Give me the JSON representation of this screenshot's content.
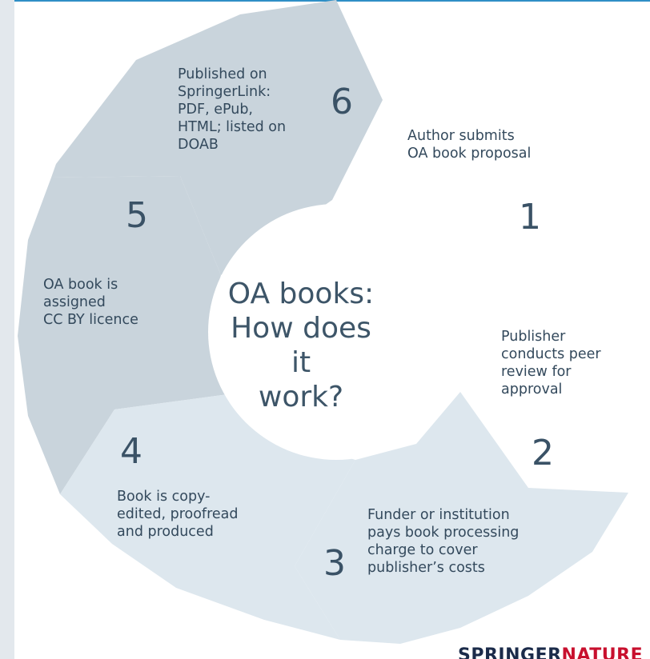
{
  "colors": {
    "segment_dark": "#c9d4dc",
    "segment_light": "#dde7ee",
    "text": "#33495c",
    "accent_rule": "#2f8fc6",
    "logo_navy": "#1b2b4a",
    "logo_red": "#c8102e"
  },
  "center": {
    "title_lines": [
      "OA books:",
      "How does it",
      "work?"
    ]
  },
  "stages": [
    {
      "number": "1",
      "lines": [
        "Author submits",
        "OA book proposal"
      ]
    },
    {
      "number": "2",
      "lines": [
        "Publisher",
        "conducts peer",
        "review for",
        "approval"
      ]
    },
    {
      "number": "3",
      "lines": [
        "Funder or institution",
        "pays book processing",
        "charge to cover",
        "publisher’s costs"
      ]
    },
    {
      "number": "4",
      "lines": [
        "Book is copy-",
        "edited, proofread",
        "and produced"
      ]
    },
    {
      "number": "5",
      "lines": [
        "OA book is",
        "assigned",
        "CC BY licence"
      ]
    },
    {
      "number": "6",
      "lines": [
        "Published on",
        "SpringerLink:",
        "PDF, ePub,",
        "HTML; listed on",
        "DOAB"
      ]
    }
  ],
  "logo": {
    "word1": "SPRINGER",
    "word2": "NATURE"
  }
}
